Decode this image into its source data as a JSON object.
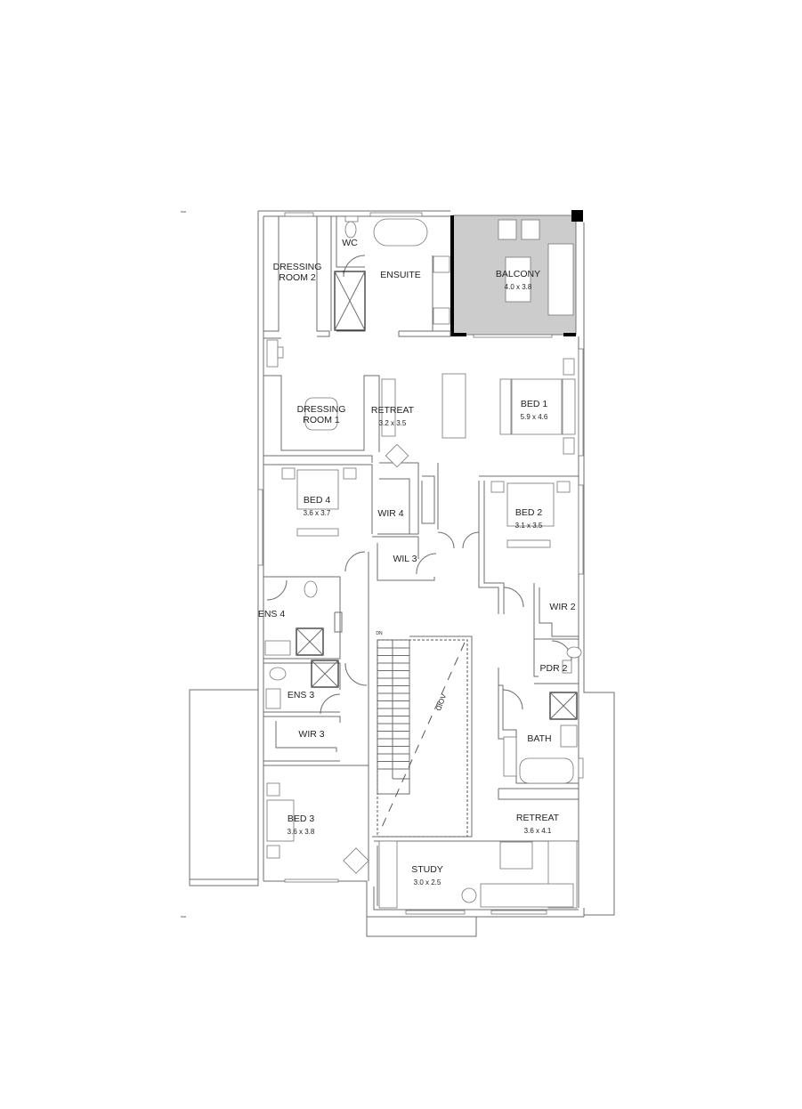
{
  "colors": {
    "balcony_fill": "#cccccc",
    "wall": "#6e6e6e",
    "heavy_wall": "#000000"
  },
  "rooms": [
    {
      "id": "dressing-room-2",
      "name_lines": [
        "DRESSING",
        "ROOM 2"
      ],
      "size": ""
    },
    {
      "id": "wc",
      "name_lines": [
        "WC"
      ],
      "size": ""
    },
    {
      "id": "ensuite",
      "name_lines": [
        "ENSUITE"
      ],
      "size": ""
    },
    {
      "id": "balcony",
      "name_lines": [
        "BALCONY"
      ],
      "size": "4.0 x 3.8"
    },
    {
      "id": "dressing-room-1",
      "name_lines": [
        "DRESSING",
        "ROOM 1"
      ],
      "size": ""
    },
    {
      "id": "retreat-1",
      "name_lines": [
        "RETREAT"
      ],
      "size": "3.2 x 3.5"
    },
    {
      "id": "bed-1",
      "name_lines": [
        "BED 1"
      ],
      "size": "5.9 x 4.6"
    },
    {
      "id": "bed-4",
      "name_lines": [
        "BED 4"
      ],
      "size": "3.6 x 3.7"
    },
    {
      "id": "wir-4",
      "name_lines": [
        "WIR 4"
      ],
      "size": ""
    },
    {
      "id": "bed-2",
      "name_lines": [
        "BED 2"
      ],
      "size": "3.1 x 3.5"
    },
    {
      "id": "wil-3",
      "name_lines": [
        "WIL 3"
      ],
      "size": ""
    },
    {
      "id": "wir-2",
      "name_lines": [
        "WIR 2"
      ],
      "size": ""
    },
    {
      "id": "ens-4",
      "name_lines": [
        "ENS 4"
      ],
      "size": ""
    },
    {
      "id": "pdr-2",
      "name_lines": [
        "PDR 2"
      ],
      "size": ""
    },
    {
      "id": "ens-3",
      "name_lines": [
        "ENS 3"
      ],
      "size": ""
    },
    {
      "id": "wir-3",
      "name_lines": [
        "WIR 3"
      ],
      "size": ""
    },
    {
      "id": "bath",
      "name_lines": [
        "BATH"
      ],
      "size": ""
    },
    {
      "id": "bed-3",
      "name_lines": [
        "BED 3"
      ],
      "size": "3.6 x 3.8"
    },
    {
      "id": "retreat-2",
      "name_lines": [
        "RETREAT"
      ],
      "size": "3.6 x 4.1"
    },
    {
      "id": "study",
      "name_lines": [
        "STUDY"
      ],
      "size": "3.0 x 2.5"
    }
  ],
  "void_label": "VOID",
  "stair_label": "DN"
}
